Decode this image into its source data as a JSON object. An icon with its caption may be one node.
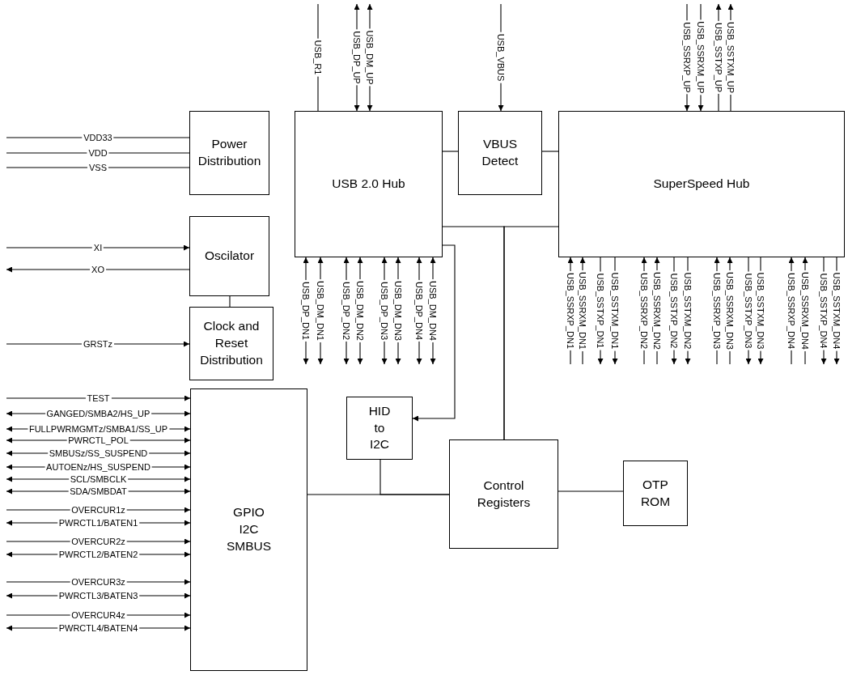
{
  "diagram": {
    "nodes": [
      {
        "text": [
          "Power Distribution"
        ]
      },
      {
        "text": [
          "Oscilator"
        ]
      },
      {
        "text": [
          "Clock and Reset Distribution"
        ]
      },
      {
        "text": [
          "GPIO I2C SMBUS"
        ]
      },
      {
        "text": [
          "USB 2.0 Hub"
        ]
      },
      {
        "text": [
          "VBUS Detect"
        ]
      },
      {
        "text": [
          "SuperSpeed Hub"
        ]
      },
      {
        "text": [
          "HID to I2C"
        ]
      },
      {
        "text": [
          "Control Registers"
        ]
      },
      {
        "text": [
          "OTP ROM"
        ]
      }
    ],
    "edges": [
      {
        "from": null,
        "to": 0,
        "arrow": "none",
        "label": "VDD33"
      },
      {
        "from": null,
        "to": 0,
        "arrow": "none",
        "label": "VDD"
      },
      {
        "from": null,
        "to": 0,
        "arrow": "none",
        "label": "VSS"
      },
      {
        "from": null,
        "to": 1,
        "arrow": "to",
        "label": "XI"
      },
      {
        "from": 1,
        "to": null,
        "arrow": "to",
        "label": "XO"
      },
      {
        "from": null,
        "to": 2,
        "arrow": "to",
        "label": "GRSTz"
      },
      {
        "from": null,
        "to": 3,
        "arrow": "to",
        "label": "TEST"
      },
      {
        "from": null,
        "to": 3,
        "arrow": "both",
        "label": "GANGED/SMBA2/HS_UP"
      },
      {
        "from": null,
        "to": 3,
        "arrow": "both",
        "label": "FULLPWRMGMTz/SMBA1/SS_UP"
      },
      {
        "from": null,
        "to": 3,
        "arrow": "both",
        "label": "PWRCTL_POL"
      },
      {
        "from": null,
        "to": 3,
        "arrow": "both",
        "label": "SMBUSz/SS_SUSPEND"
      },
      {
        "from": null,
        "to": 3,
        "arrow": "both",
        "label": "AUTOENz/HS_SUSPEND"
      },
      {
        "from": null,
        "to": 3,
        "arrow": "both",
        "label": "SCL/SMBCLK"
      },
      {
        "from": null,
        "to": 3,
        "arrow": "both",
        "label": "SDA/SMBDAT"
      },
      {
        "from": null,
        "to": 3,
        "arrow": "to",
        "label": "OVERCUR1z"
      },
      {
        "from": null,
        "to": 3,
        "arrow": "both",
        "label": "PWRCTL1/BATEN1"
      },
      {
        "from": null,
        "to": 3,
        "arrow": "to",
        "label": "OVERCUR2z"
      },
      {
        "from": null,
        "to": 3,
        "arrow": "both",
        "label": "PWRCTL2/BATEN2"
      },
      {
        "from": null,
        "to": 3,
        "arrow": "to",
        "label": "OVERCUR3z"
      },
      {
        "from": null,
        "to": 3,
        "arrow": "both",
        "label": "PWRCTL3/BATEN3"
      },
      {
        "from": null,
        "to": 3,
        "arrow": "to",
        "label": "OVERCUR4z"
      },
      {
        "from": null,
        "to": 3,
        "arrow": "both",
        "label": "PWRCTL4/BATEN4"
      },
      {
        "from": null,
        "to": 4,
        "arrow": "none",
        "label": "USB_R1"
      },
      {
        "from": null,
        "to": 4,
        "arrow": "both",
        "label": "USB_DP_UP"
      },
      {
        "from": null,
        "to": 4,
        "arrow": "both",
        "label": "USB_DM_UP"
      },
      {
        "from": null,
        "to": 5,
        "arrow": "to",
        "label": "USB_VBUS"
      },
      {
        "from": null,
        "to": 6,
        "arrow": "to",
        "label": "USB_SSRXP_UP"
      },
      {
        "from": null,
        "to": 6,
        "arrow": "to",
        "label": "USB_SSRXM_UP"
      },
      {
        "from": 6,
        "to": null,
        "arrow": "to",
        "label": "USB_SSTXP_UP"
      },
      {
        "from": 6,
        "to": null,
        "arrow": "to",
        "label": "USB_SSTXM_UP"
      },
      {
        "from": 4,
        "to": null,
        "arrow": "both",
        "label": "USB_DP_DN1"
      },
      {
        "from": 4,
        "to": null,
        "arrow": "both",
        "label": "USB_DM_DN1"
      },
      {
        "from": 4,
        "to": null,
        "arrow": "both",
        "label": "USB_DP_DN2"
      },
      {
        "from": 4,
        "to": null,
        "arrow": "both",
        "label": "USB_DM_DN2"
      },
      {
        "from": 4,
        "to": null,
        "arrow": "both",
        "label": "USB_DP_DN3"
      },
      {
        "from": 4,
        "to": null,
        "arrow": "both",
        "label": "USB_DM_DN3"
      },
      {
        "from": 4,
        "to": null,
        "arrow": "both",
        "label": "USB_DP_DN4"
      },
      {
        "from": 4,
        "to": null,
        "arrow": "both",
        "label": "USB_DM_DN4"
      },
      {
        "from": null,
        "to": 6,
        "arrow": "to",
        "label": "USB_SSRXP_DN1"
      },
      {
        "from": null,
        "to": 6,
        "arrow": "to",
        "label": "USB_SSRXM_DN1"
      },
      {
        "from": 6,
        "to": null,
        "arrow": "to",
        "label": "USB_SSTXP_DN1"
      },
      {
        "from": 6,
        "to": null,
        "arrow": "to",
        "label": "USB_SSTXM_DN1"
      },
      {
        "from": null,
        "to": 6,
        "arrow": "to",
        "label": "USB_SSRXP_DN2"
      },
      {
        "from": null,
        "to": 6,
        "arrow": "to",
        "label": "USB_SSRXM_DN2"
      },
      {
        "from": 6,
        "to": null,
        "arrow": "to",
        "label": "USB_SSTXP_DN2"
      },
      {
        "from": 6,
        "to": null,
        "arrow": "to",
        "label": "USB_SSTXM_DN2"
      },
      {
        "from": null,
        "to": 6,
        "arrow": "to",
        "label": "USB_SSRXP_DN3"
      },
      {
        "from": null,
        "to": 6,
        "arrow": "to",
        "label": "USB_SSRXM_DN3"
      },
      {
        "from": 6,
        "to": null,
        "arrow": "to",
        "label": "USB_SSTXP_DN3"
      },
      {
        "from": 6,
        "to": null,
        "arrow": "to",
        "label": "USB_SSTXM_DN3"
      },
      {
        "from": null,
        "to": 6,
        "arrow": "to",
        "label": "USB_SSRXP_DN4"
      },
      {
        "from": null,
        "to": 6,
        "arrow": "to",
        "label": "USB_SSRXM_DN4"
      },
      {
        "from": 6,
        "to": null,
        "arrow": "to",
        "label": "USB_SSTXP_DN4"
      },
      {
        "from": 6,
        "to": null,
        "arrow": "to",
        "label": "USB_SSTXM_DN4"
      },
      {
        "from": 1,
        "to": 2,
        "arrow": "none"
      },
      {
        "from": 4,
        "to": 5,
        "arrow": "none"
      },
      {
        "from": 5,
        "to": 6,
        "arrow": "none"
      },
      {
        "from": 4,
        "to": 7,
        "arrow": "to"
      },
      {
        "from": 4,
        "to": 8,
        "arrow": "none"
      },
      {
        "from": 6,
        "to": 8,
        "arrow": "none"
      },
      {
        "from": 3,
        "to": 8,
        "arrow": "none"
      },
      {
        "from": 7,
        "to": 8,
        "arrow": "none"
      },
      {
        "from": 8,
        "to": 9,
        "arrow": "none"
      }
    ]
  }
}
